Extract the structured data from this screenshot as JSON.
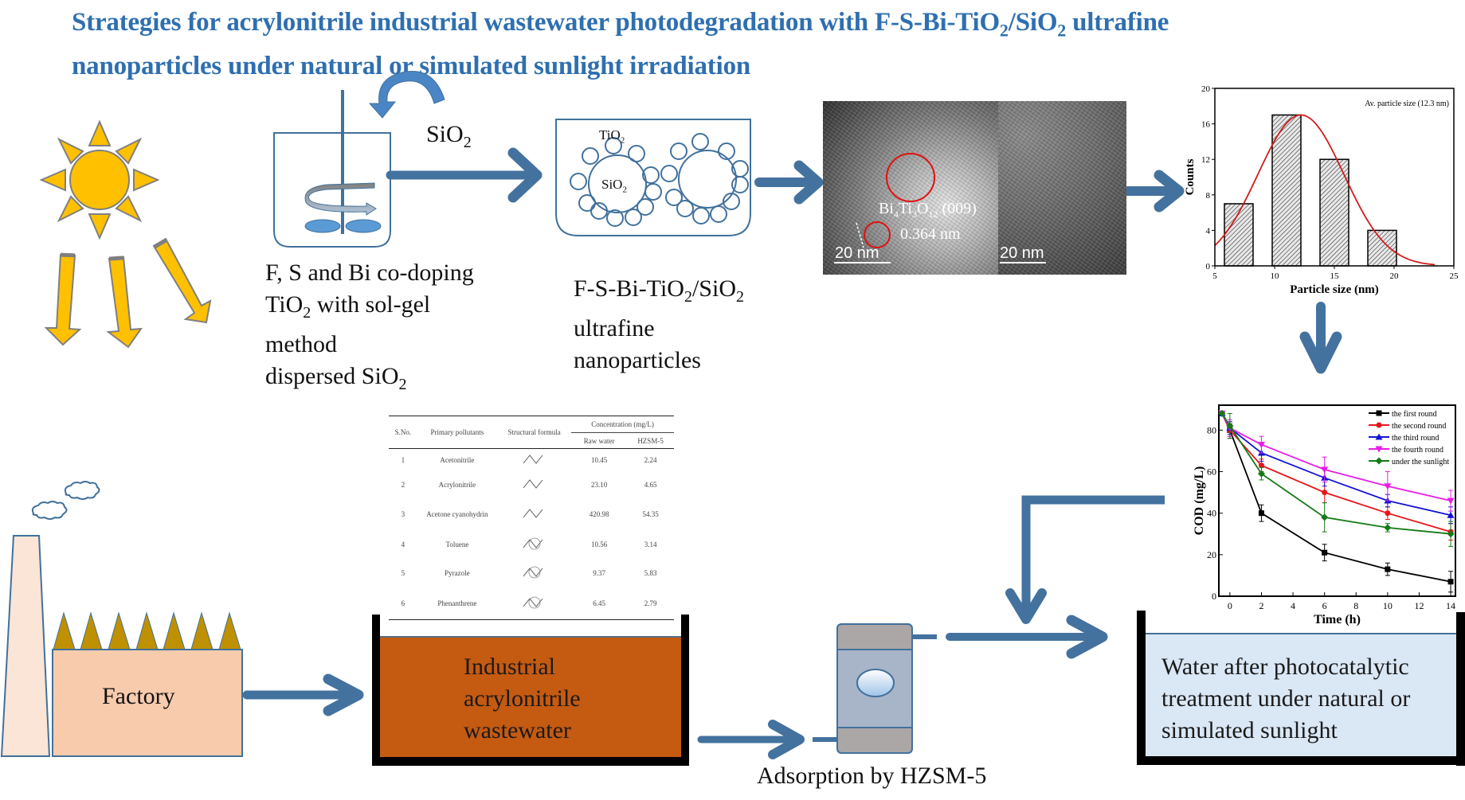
{
  "title": {
    "line1": "Strategies for acrylonitrile industrial wastewater photodegradation with F-S-Bi-TiO",
    "line1_sub": "2",
    "line1_mid": "/SiO",
    "line1_sub2": "2",
    "line1_end": " ultrafine",
    "line2": "nanoparticles under natural or simulated sunlight irradiation"
  },
  "synthesis": {
    "sio2_label": "SiO",
    "sio2_sub": "2",
    "caption_line1": "F, S and Bi co-doping",
    "caption_line2_a": "TiO",
    "caption_line2_sub": "2",
    "caption_line2_b": " with sol-gel",
    "caption_line3": "method",
    "caption_line4_a": "dispersed SiO",
    "caption_line4_sub": "2"
  },
  "nanoparticle": {
    "tio2_label": "TiO",
    "tio2_sub": "2",
    "sio2_label": "SiO",
    "sio2_sub": "2",
    "caption_line1_a": "F-S-Bi-TiO",
    "caption_line1_sub": "2",
    "caption_line1_b": "/SiO",
    "caption_line1_sub2": "2",
    "caption_line2": "ultrafine",
    "caption_line3": "nanoparticles"
  },
  "tem": {
    "phase_label_a": "Bi",
    "phase_sub1": "4",
    "phase_label_b": "Ti",
    "phase_sub2": "3",
    "phase_label_c": "O",
    "phase_sub3": "12",
    "phase_label_d": " (009)",
    "spacing_label": "0.364 nm",
    "scale_left": "20  nm",
    "scale_right": "20  nm"
  },
  "pollutant_table": {
    "headers": {
      "sno": "S.No.",
      "pollutant": "Primary pollutants",
      "formula": "Structural formula",
      "concentration": "Concentration (mg/L)",
      "raw": "Raw water",
      "hzsm": "HZSM-5"
    },
    "rows": [
      {
        "sno": "1",
        "name": "Acetonitrile",
        "raw": "10.45",
        "hzsm": "2.24"
      },
      {
        "sno": "2",
        "name": "Acrylonitrile",
        "raw": "23.10",
        "hzsm": "4.65"
      },
      {
        "sno": "3",
        "name": "Acetone cyanohydrin",
        "raw": "420.98",
        "hzsm": "54.35"
      },
      {
        "sno": "4",
        "name": "Toluene",
        "raw": "10.56",
        "hzsm": "3.14"
      },
      {
        "sno": "5",
        "name": "Pyrazole",
        "raw": "9.37",
        "hzsm": "5.83"
      },
      {
        "sno": "6",
        "name": "Phenanthrene",
        "raw": "6.45",
        "hzsm": "2.79"
      }
    ]
  },
  "factory": {
    "label": "Factory"
  },
  "wastewater": {
    "line1": "Industrial",
    "line2": "acrylonitrile",
    "line3": "wastewater"
  },
  "adsorption": {
    "label": "Adsorption by HZSM-5"
  },
  "treated": {
    "line1": "Water after photocatalytic",
    "line2": "treatment under natural or",
    "line3": "simulated sunlight"
  },
  "colors": {
    "arrow": "#44729f",
    "title": "#2e6fb0",
    "sun": "#ffc000",
    "sun_outline": "#7f7f7f",
    "factory_body": "#f8cbad",
    "chimney": "#fbe5d6",
    "roof": "#bf9000",
    "wastewater": "#c55a11",
    "treated_water": "#dae7f5"
  },
  "chart_data": [
    {
      "type": "bar",
      "title": "",
      "annotation": "Av. particle size (12.3 nm)",
      "xlabel": "Particle size (nm)",
      "ylabel": "Counts",
      "xlim": [
        5,
        25
      ],
      "ylim": [
        0,
        20
      ],
      "xticks": [
        "5",
        "10",
        "15",
        "20",
        "25"
      ],
      "yticks": [
        "0",
        "4",
        "8",
        "12",
        "16",
        "20"
      ],
      "categories": [
        7,
        11,
        15,
        19
      ],
      "bar_width": 2.4,
      "values": [
        7,
        17,
        12,
        4
      ],
      "fit_curve": {
        "type": "gaussian",
        "peak": 17,
        "center": 12.2,
        "sigma": 3.6,
        "color": "#d01c1c"
      }
    },
    {
      "type": "line",
      "title": "",
      "xlabel": "Time (h)",
      "ylabel": "COD (mg/L)",
      "xlim": [
        -0.7,
        14.3
      ],
      "ylim": [
        0,
        92
      ],
      "xticks": [
        "0",
        "2",
        "4",
        "6",
        "8",
        "10",
        "12",
        "14"
      ],
      "yticks": [
        "0",
        "20",
        "40",
        "60",
        "80"
      ],
      "legend_position": "top-right",
      "x": [
        -0.5,
        0,
        2,
        6,
        10,
        14
      ],
      "series": [
        {
          "name": "the first  round",
          "color": "#000000",
          "marker": "square",
          "values": [
            88,
            80,
            40,
            21,
            13,
            7
          ],
          "errors": [
            0,
            3,
            4,
            4,
            3,
            5
          ]
        },
        {
          "name": "the second round",
          "color": "#e8161b",
          "marker": "circle",
          "values": [
            88,
            80,
            63,
            50,
            40,
            31
          ],
          "errors": [
            0,
            4,
            3,
            5,
            3,
            4
          ]
        },
        {
          "name": "the third  round",
          "color": "#1414d2",
          "marker": "triangle-up",
          "values": [
            88,
            81,
            69,
            57,
            46,
            39
          ],
          "errors": [
            0,
            3,
            4,
            4,
            3,
            4
          ]
        },
        {
          "name": "the fourth round",
          "color": "#e81ce8",
          "marker": "triangle-down",
          "values": [
            88,
            81,
            73,
            61,
            53,
            46
          ],
          "errors": [
            0,
            4,
            4,
            6,
            7,
            5
          ]
        },
        {
          "name": "under the sunlight",
          "color": "#157a15",
          "marker": "diamond",
          "values": [
            88,
            82,
            59,
            38,
            33,
            30
          ],
          "errors": [
            0,
            6,
            3,
            7,
            2,
            6
          ]
        }
      ]
    }
  ]
}
